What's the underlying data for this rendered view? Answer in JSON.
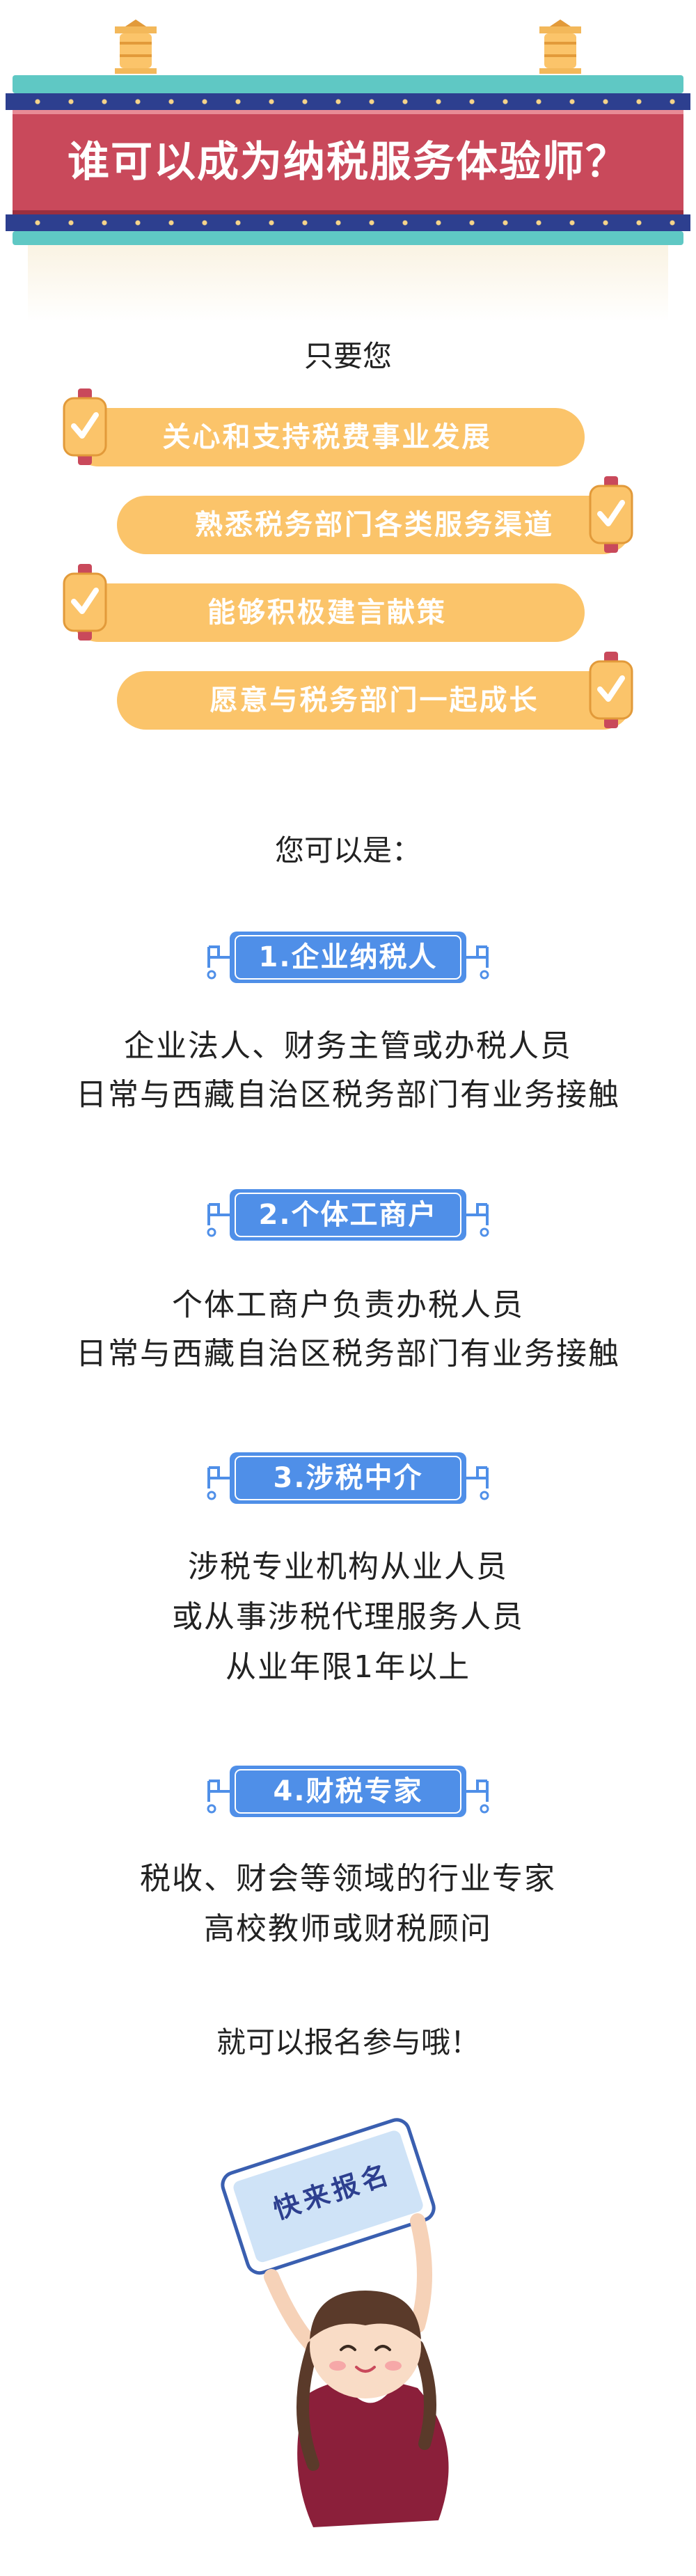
{
  "banner": {
    "title": "谁可以成为纳税服务体验师？"
  },
  "intro": {
    "label": "只要您"
  },
  "requirements": [
    {
      "text": "关心和支持税费事业发展",
      "check_side": "left"
    },
    {
      "text": "熟悉税务部门各类服务渠道",
      "check_side": "right"
    },
    {
      "text": "能够积极建言献策",
      "check_side": "left"
    },
    {
      "text": "愿意与税务部门一起成长",
      "check_side": "right"
    }
  ],
  "you_can_be": "您可以是：",
  "categories": [
    {
      "title": "1.企业纳税人",
      "lines": [
        "企业法人、财务主管或办税人员",
        "日常与西藏自治区税务部门有业务接触"
      ]
    },
    {
      "title": "2.个体工商户",
      "lines": [
        "个体工商户负责办税人员",
        "日常与西藏自治区税务部门有业务接触"
      ]
    },
    {
      "title": "3.涉税中介",
      "lines": [
        "涉税专业机构从业人员",
        "或从事涉税代理服务人员",
        "从业年限1年以上"
      ]
    },
    {
      "title": "4.财税专家",
      "lines": [
        "税收、财会等领域的行业专家",
        "高校教师或财税顾问"
      ]
    }
  ],
  "closing": "就可以报名参与哦！",
  "illustration": {
    "sign_text": "快来报名"
  },
  "colors": {
    "pill": "#fbc46a",
    "section_blue": "#4f8fe8",
    "banner_red": "#c9495b",
    "beam_navy": "#2d3f8f",
    "beam_teal": "#5fc8c4"
  }
}
